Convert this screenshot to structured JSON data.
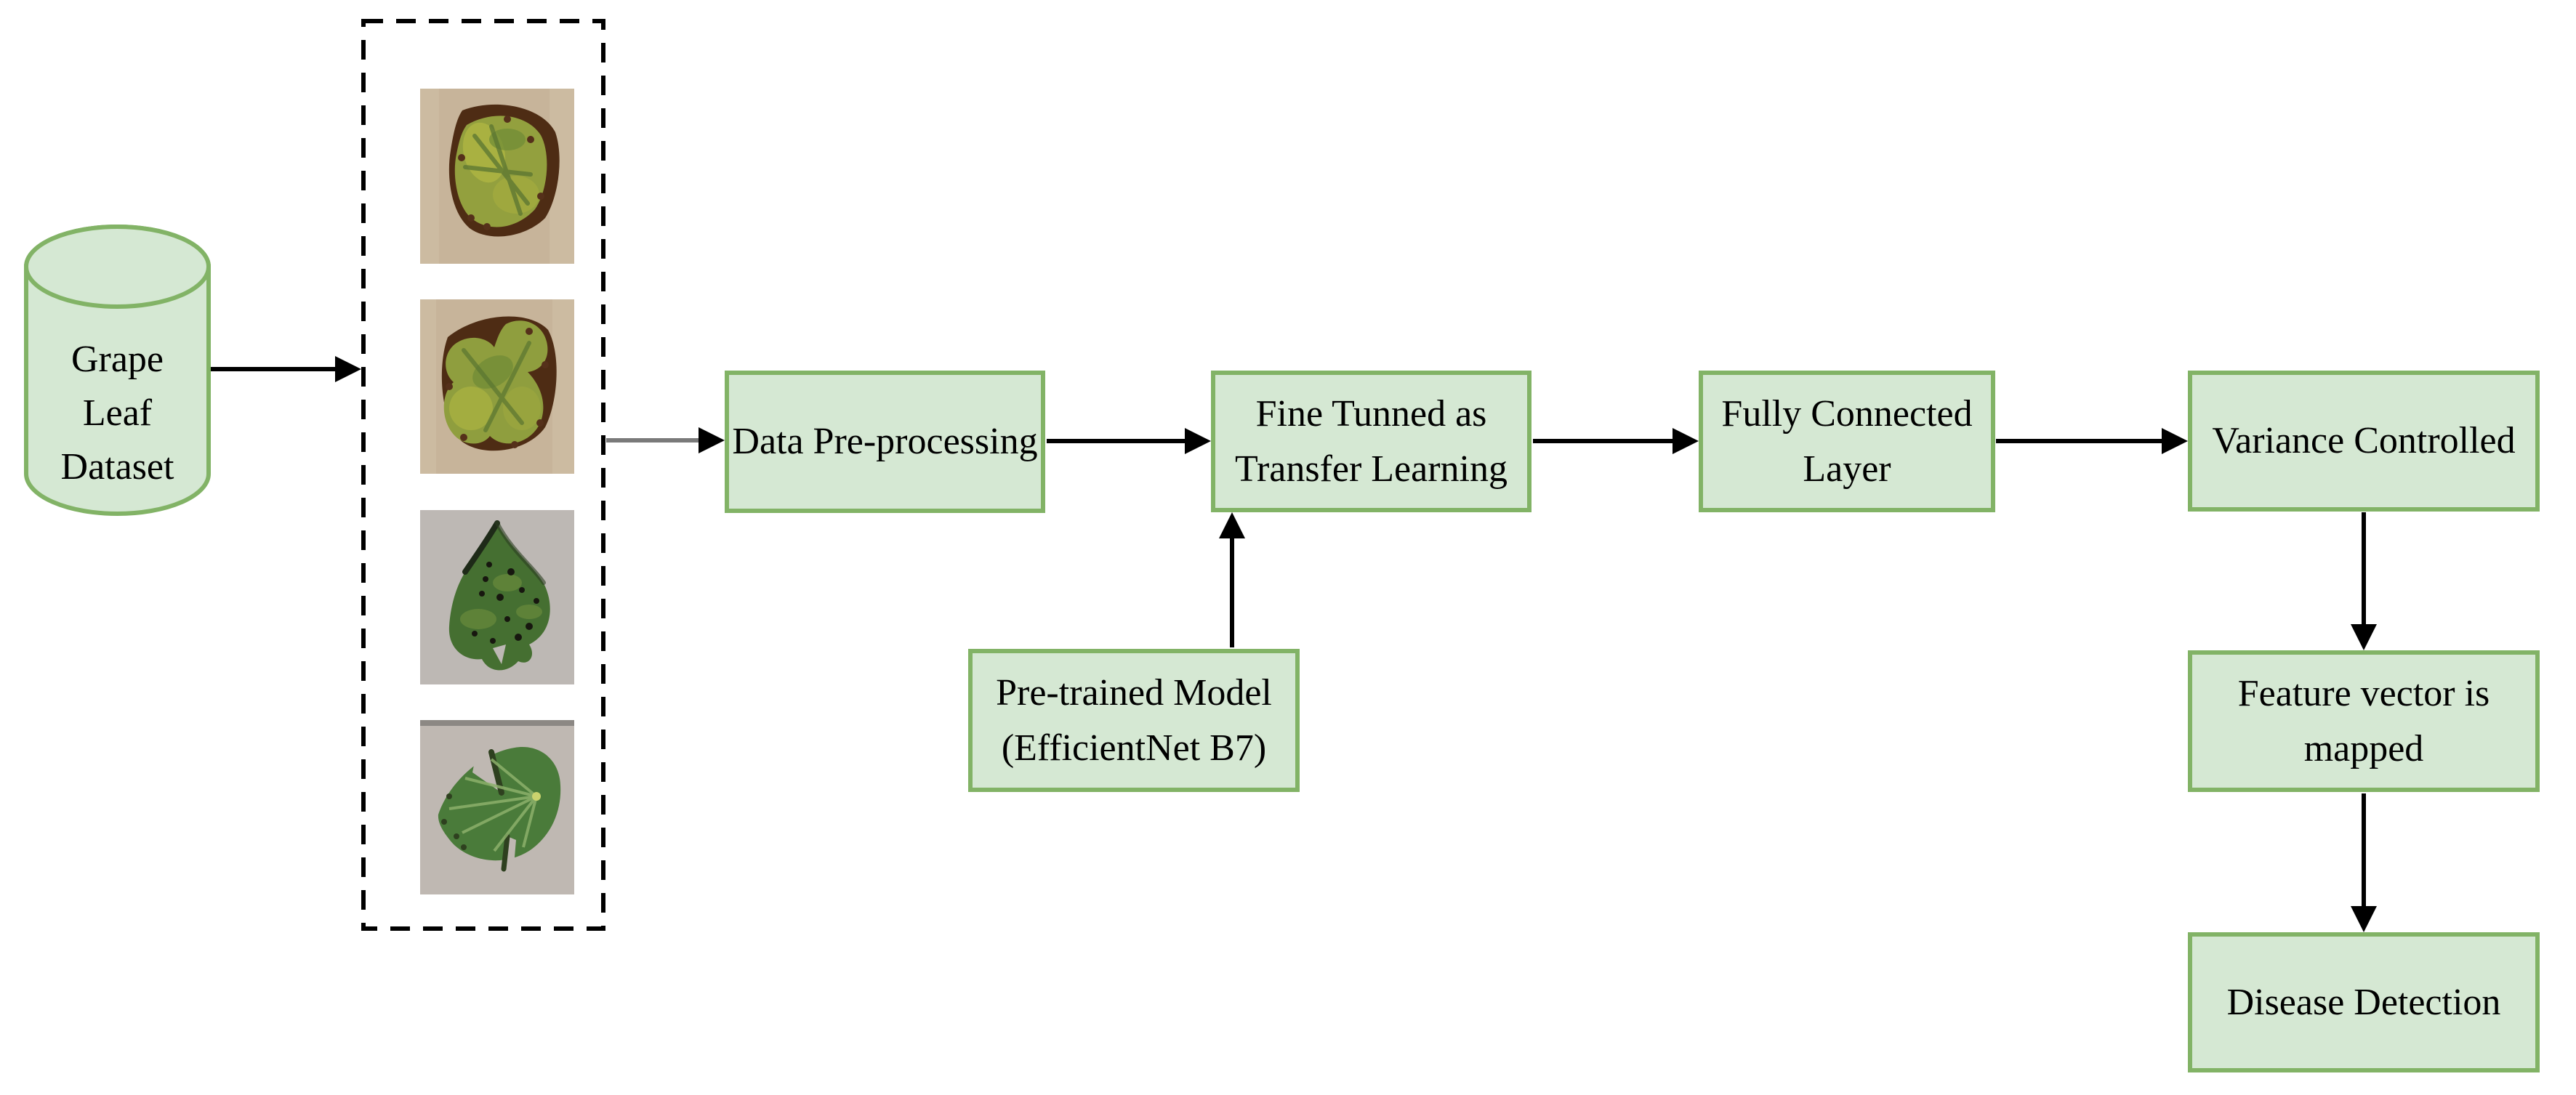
{
  "colors": {
    "node_fill": "#d5e8d3",
    "node_border": "#82b366",
    "connector": "#000000",
    "connector_gray": "#7a7a7a"
  },
  "dataset": {
    "lines": [
      "Grape",
      "Leaf",
      "Dataset"
    ]
  },
  "sample_frame": {
    "images": [
      "diseased-grape-leaf-tan-1",
      "diseased-grape-leaf-tan-2",
      "black-spotted-grape-leaf",
      "healthy-grape-leaf"
    ]
  },
  "nodes": {
    "preprocess": {
      "lines": [
        "Data Pre-processing"
      ]
    },
    "fine_tune": {
      "lines": [
        "Fine Tunned as",
        "Transfer Learning"
      ]
    },
    "fc_layer": {
      "lines": [
        "Fully Connected",
        "Layer"
      ]
    },
    "variance": {
      "lines": [
        "Variance Controlled"
      ]
    },
    "pretrained": {
      "lines": [
        "Pre-trained Model",
        "(EfficientNet B7)"
      ]
    },
    "feature_map": {
      "lines": [
        "Feature vector is",
        "mapped"
      ]
    },
    "detection": {
      "lines": [
        "Disease Detection"
      ]
    }
  }
}
